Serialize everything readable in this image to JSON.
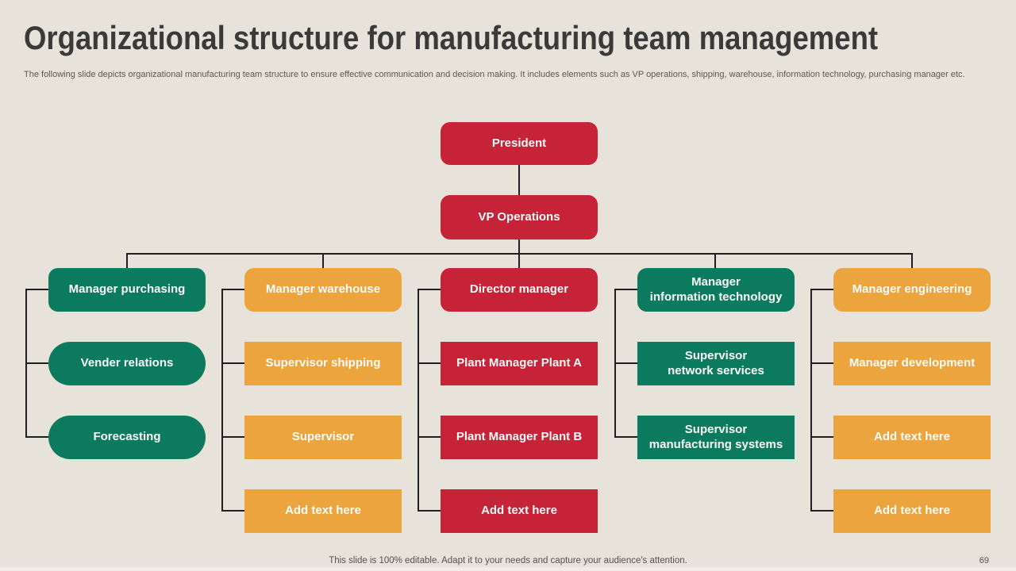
{
  "slide": {
    "title": "Organizational structure for manufacturing team management",
    "subtitle": "The following slide depicts organizational manufacturing team structure to ensure effective communication and decision making. It includes elements such as VP operations, shipping, warehouse, information technology, purchasing manager etc.",
    "footer": "This slide is 100% editable. Adapt it to your needs and capture your audience's attention.",
    "page_number": "69"
  },
  "colors": {
    "background": "#e7e2da",
    "red": "#c62238",
    "green": "#0b7a5e",
    "orange": "#eca43f",
    "connector": "#1f1f1f",
    "title_text": "#3a3a3a",
    "box_text": "#fdfcf9"
  },
  "org_chart": {
    "type": "org-chart",
    "president": {
      "label": "President",
      "color": "red"
    },
    "vp": {
      "label": "VP Operations",
      "color": "red"
    },
    "columns": [
      {
        "head": {
          "label": "Manager purchasing",
          "color": "green"
        },
        "children": [
          {
            "label": "Vender relations",
            "color": "green",
            "shape": "pill"
          },
          {
            "label": "Forecasting",
            "color": "green",
            "shape": "pill"
          }
        ]
      },
      {
        "head": {
          "label": "Manager warehouse",
          "color": "orange"
        },
        "children": [
          {
            "label": "Supervisor shipping",
            "color": "orange",
            "shape": "rect"
          },
          {
            "label": "Supervisor",
            "color": "orange",
            "shape": "rect"
          },
          {
            "label": "Add text here",
            "color": "orange",
            "shape": "rect"
          }
        ]
      },
      {
        "head": {
          "label": "Director manager",
          "color": "red"
        },
        "children": [
          {
            "label": "Plant Manager Plant A",
            "color": "red",
            "shape": "rect"
          },
          {
            "label": "Plant Manager Plant B",
            "color": "red",
            "shape": "rect"
          },
          {
            "label": "Add text here",
            "color": "red",
            "shape": "rect"
          }
        ]
      },
      {
        "head": {
          "label": "Manager\ninformation technology",
          "color": "green"
        },
        "children": [
          {
            "label": "Supervisor\nnetwork services",
            "color": "green",
            "shape": "rect"
          },
          {
            "label": "Supervisor\nmanufacturing systems",
            "color": "green",
            "shape": "rect"
          }
        ]
      },
      {
        "head": {
          "label": "Manager engineering",
          "color": "orange"
        },
        "children": [
          {
            "label": "Manager development",
            "color": "orange",
            "shape": "rect"
          },
          {
            "label": "Add text here",
            "color": "orange",
            "shape": "rect"
          },
          {
            "label": "Add text here",
            "color": "orange",
            "shape": "rect"
          }
        ]
      }
    ]
  }
}
